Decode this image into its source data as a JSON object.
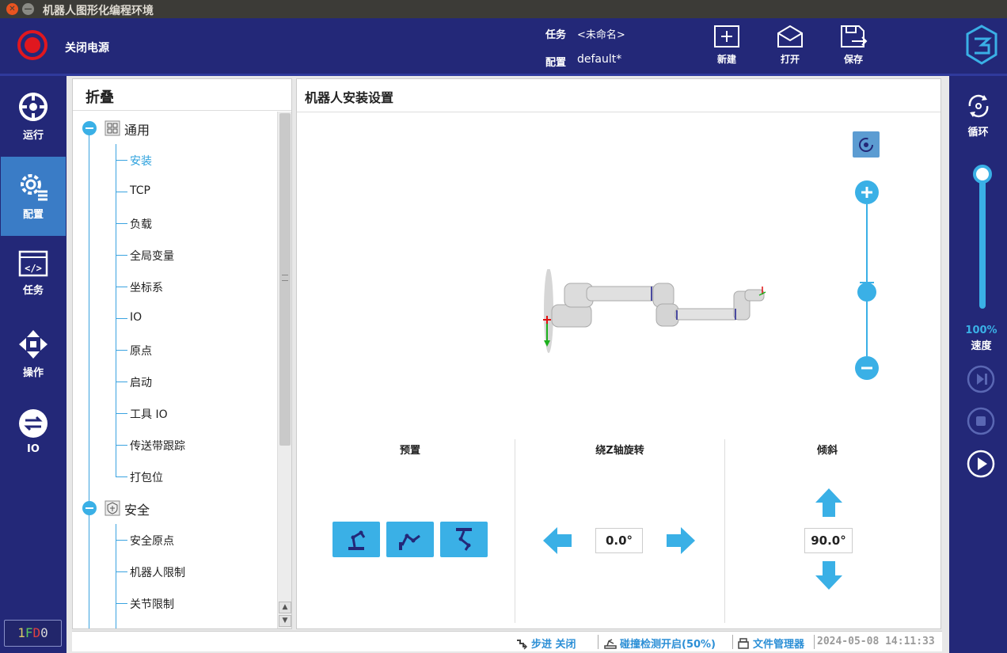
{
  "window": {
    "title": "机器人图形化编程环境"
  },
  "header": {
    "power_label": "关闭电源",
    "task_label": "任务",
    "task_value": "<未命名>",
    "config_label": "配置",
    "config_value": "default*",
    "buttons": {
      "new": "新建",
      "open": "打开",
      "save": "保存"
    }
  },
  "left_nav": {
    "run": "运行",
    "config": "配置",
    "task": "任务",
    "operate": "操作",
    "io": "IO"
  },
  "badge": {
    "code": "1FD0"
  },
  "tree": {
    "header": "折叠",
    "general_label": "通用",
    "general_items": [
      "安装",
      "TCP",
      "负载",
      "全局变量",
      "坐标系",
      "IO",
      "原点",
      "启动",
      "工具 IO",
      "传送带跟踪",
      "打包位"
    ],
    "safety_label": "安全",
    "safety_items": [
      "安全原点",
      "机器人限制",
      "关节限制"
    ]
  },
  "main": {
    "title": "机器人安装设置",
    "preset_title": "预置",
    "rotate_title": "绕Z轴旋转",
    "tilt_title": "倾斜",
    "rotate_value": "0.0°",
    "tilt_value": "90.0°"
  },
  "right_panel": {
    "loop_label": "循环",
    "speed_percent": "100%",
    "speed_label": "速度",
    "speed_level": 1.0
  },
  "status": {
    "step": "步进 关闭",
    "collision": "碰撞检测开启(50%)",
    "file_manager": "文件管理器",
    "datetime": "2024-05-08 14:11:33"
  },
  "colors": {
    "header_bg": "#232878",
    "active_nav": "#3a7cc6",
    "accent": "#3ab0e6",
    "power_red": "#e0171f"
  }
}
